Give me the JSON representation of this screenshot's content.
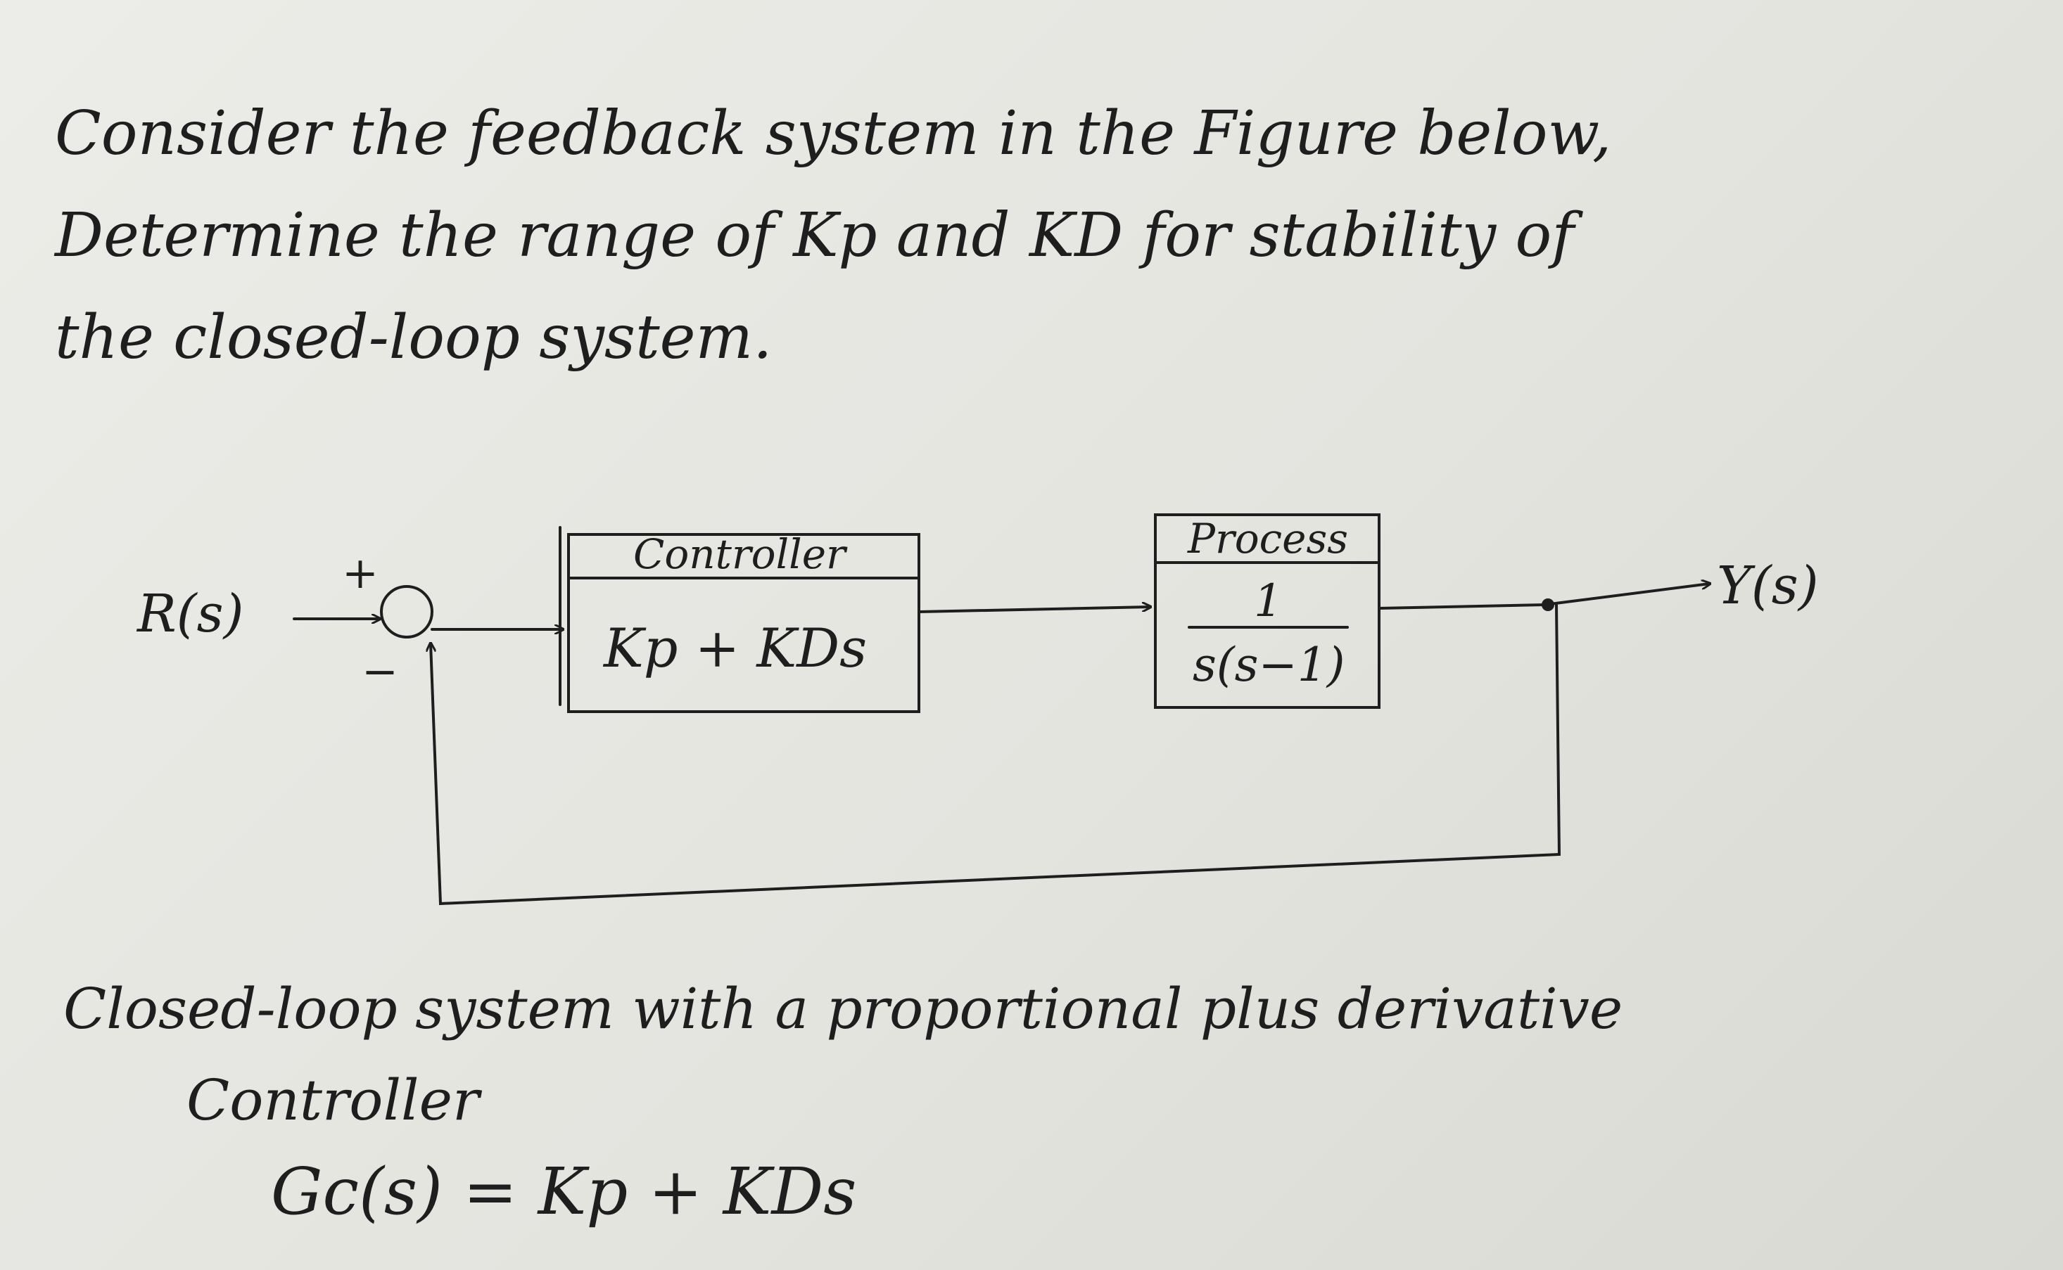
{
  "problem": {
    "line1": "Consider the feedback system in the Figure below,",
    "line2": "Determine the range of Kp and KD for stability of",
    "line3": "the closed-loop system."
  },
  "diagram": {
    "input_label": "R(s)",
    "plus_sign": "+",
    "minus_sign": "−",
    "controller_title": "Controller",
    "controller_tf": "Kp + KDs",
    "process_title": "Process",
    "process_num": "1",
    "process_den": "s(s−1)",
    "output_label": "Y(s)"
  },
  "caption": {
    "line1": "Closed-loop system with a proportional plus derivative",
    "controller_word": "Controller",
    "equation": "Gc(s) = Kp + KDs"
  }
}
